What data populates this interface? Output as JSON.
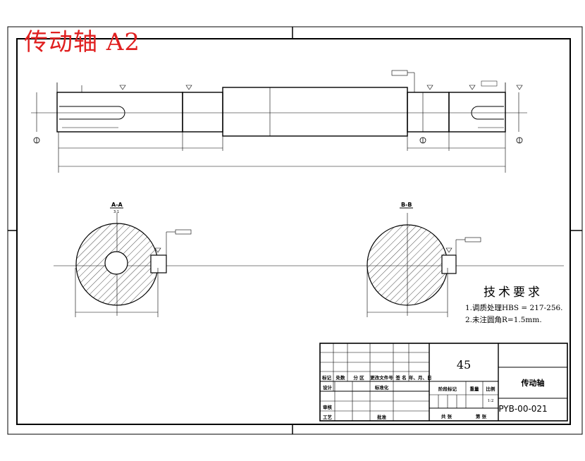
{
  "drawing": {
    "title_stamp": "传动轴 A2",
    "section_a_label": "A-A",
    "section_b_label": "B-B",
    "section_a_scale": "3:1"
  },
  "technical_requirements": {
    "title": "技术要求",
    "items": [
      "1.调质处理HBS = 217-256.",
      "2.未注圆角R=1.5mm."
    ]
  },
  "title_block": {
    "material": "45",
    "part_name": "传动轴",
    "drawing_number": "PYB-00-021",
    "scale_value": "1:2",
    "headers": {
      "mark": "标记",
      "count": "处数",
      "zone": "分 区",
      "change_doc": "更改文件号",
      "signature": "签 名",
      "date": "年、月、日",
      "design": "设计",
      "standardize": "标准化",
      "stage_mark": "阶段标记",
      "weight": "重量",
      "scale": "比例",
      "review": "审核",
      "process": "工艺",
      "approve": "批准",
      "sheets_total": "共 张",
      "sheet_no": "第 张"
    }
  }
}
